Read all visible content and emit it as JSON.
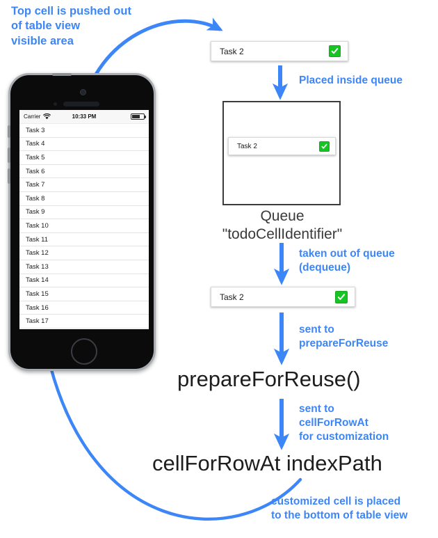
{
  "diagram": {
    "accent_blue": "#3d86f7",
    "check_green": "#18c424",
    "notes": {
      "top_cell_pushed": "Top cell is pushed out\nof table view\nvisible area",
      "placed_inside_queue": "Placed inside queue",
      "taken_out_of_queue": "taken out of queue\n(dequeue)",
      "sent_to_prepare": "sent to\nprepareForReuse",
      "sent_to_cellforrow": "sent to\ncellForRowAt\nfor customization",
      "customized_cell": "customized cell is placed\nto the bottom of table view"
    },
    "labels": {
      "prepare_for_reuse": "prepareForReuse()",
      "cell_for_row_at": "cellForRowAt indexPath"
    },
    "queue": {
      "caption": "Queue\n\"todoCellIdentifier\"",
      "cell_title": "Task 2",
      "cell_checked": true
    },
    "floating_cells": [
      {
        "title": "Task 2",
        "checked": true
      },
      {
        "title": "Task 2",
        "checked": true
      }
    ]
  },
  "phone": {
    "statusbar": {
      "carrier": "Carrier",
      "wifi_icon": "wifi-icon",
      "time": "10:33 PM",
      "battery_icon": "battery-icon"
    },
    "tableview": {
      "rows": [
        "Task 3",
        "Task 4",
        "Task 5",
        "Task 6",
        "Task 7",
        "Task 8",
        "Task 9",
        "Task 10",
        "Task 11",
        "Task 12",
        "Task 13",
        "Task 14",
        "Task 15",
        "Task 16",
        "Task 17"
      ]
    },
    "home_button": "home-button"
  }
}
